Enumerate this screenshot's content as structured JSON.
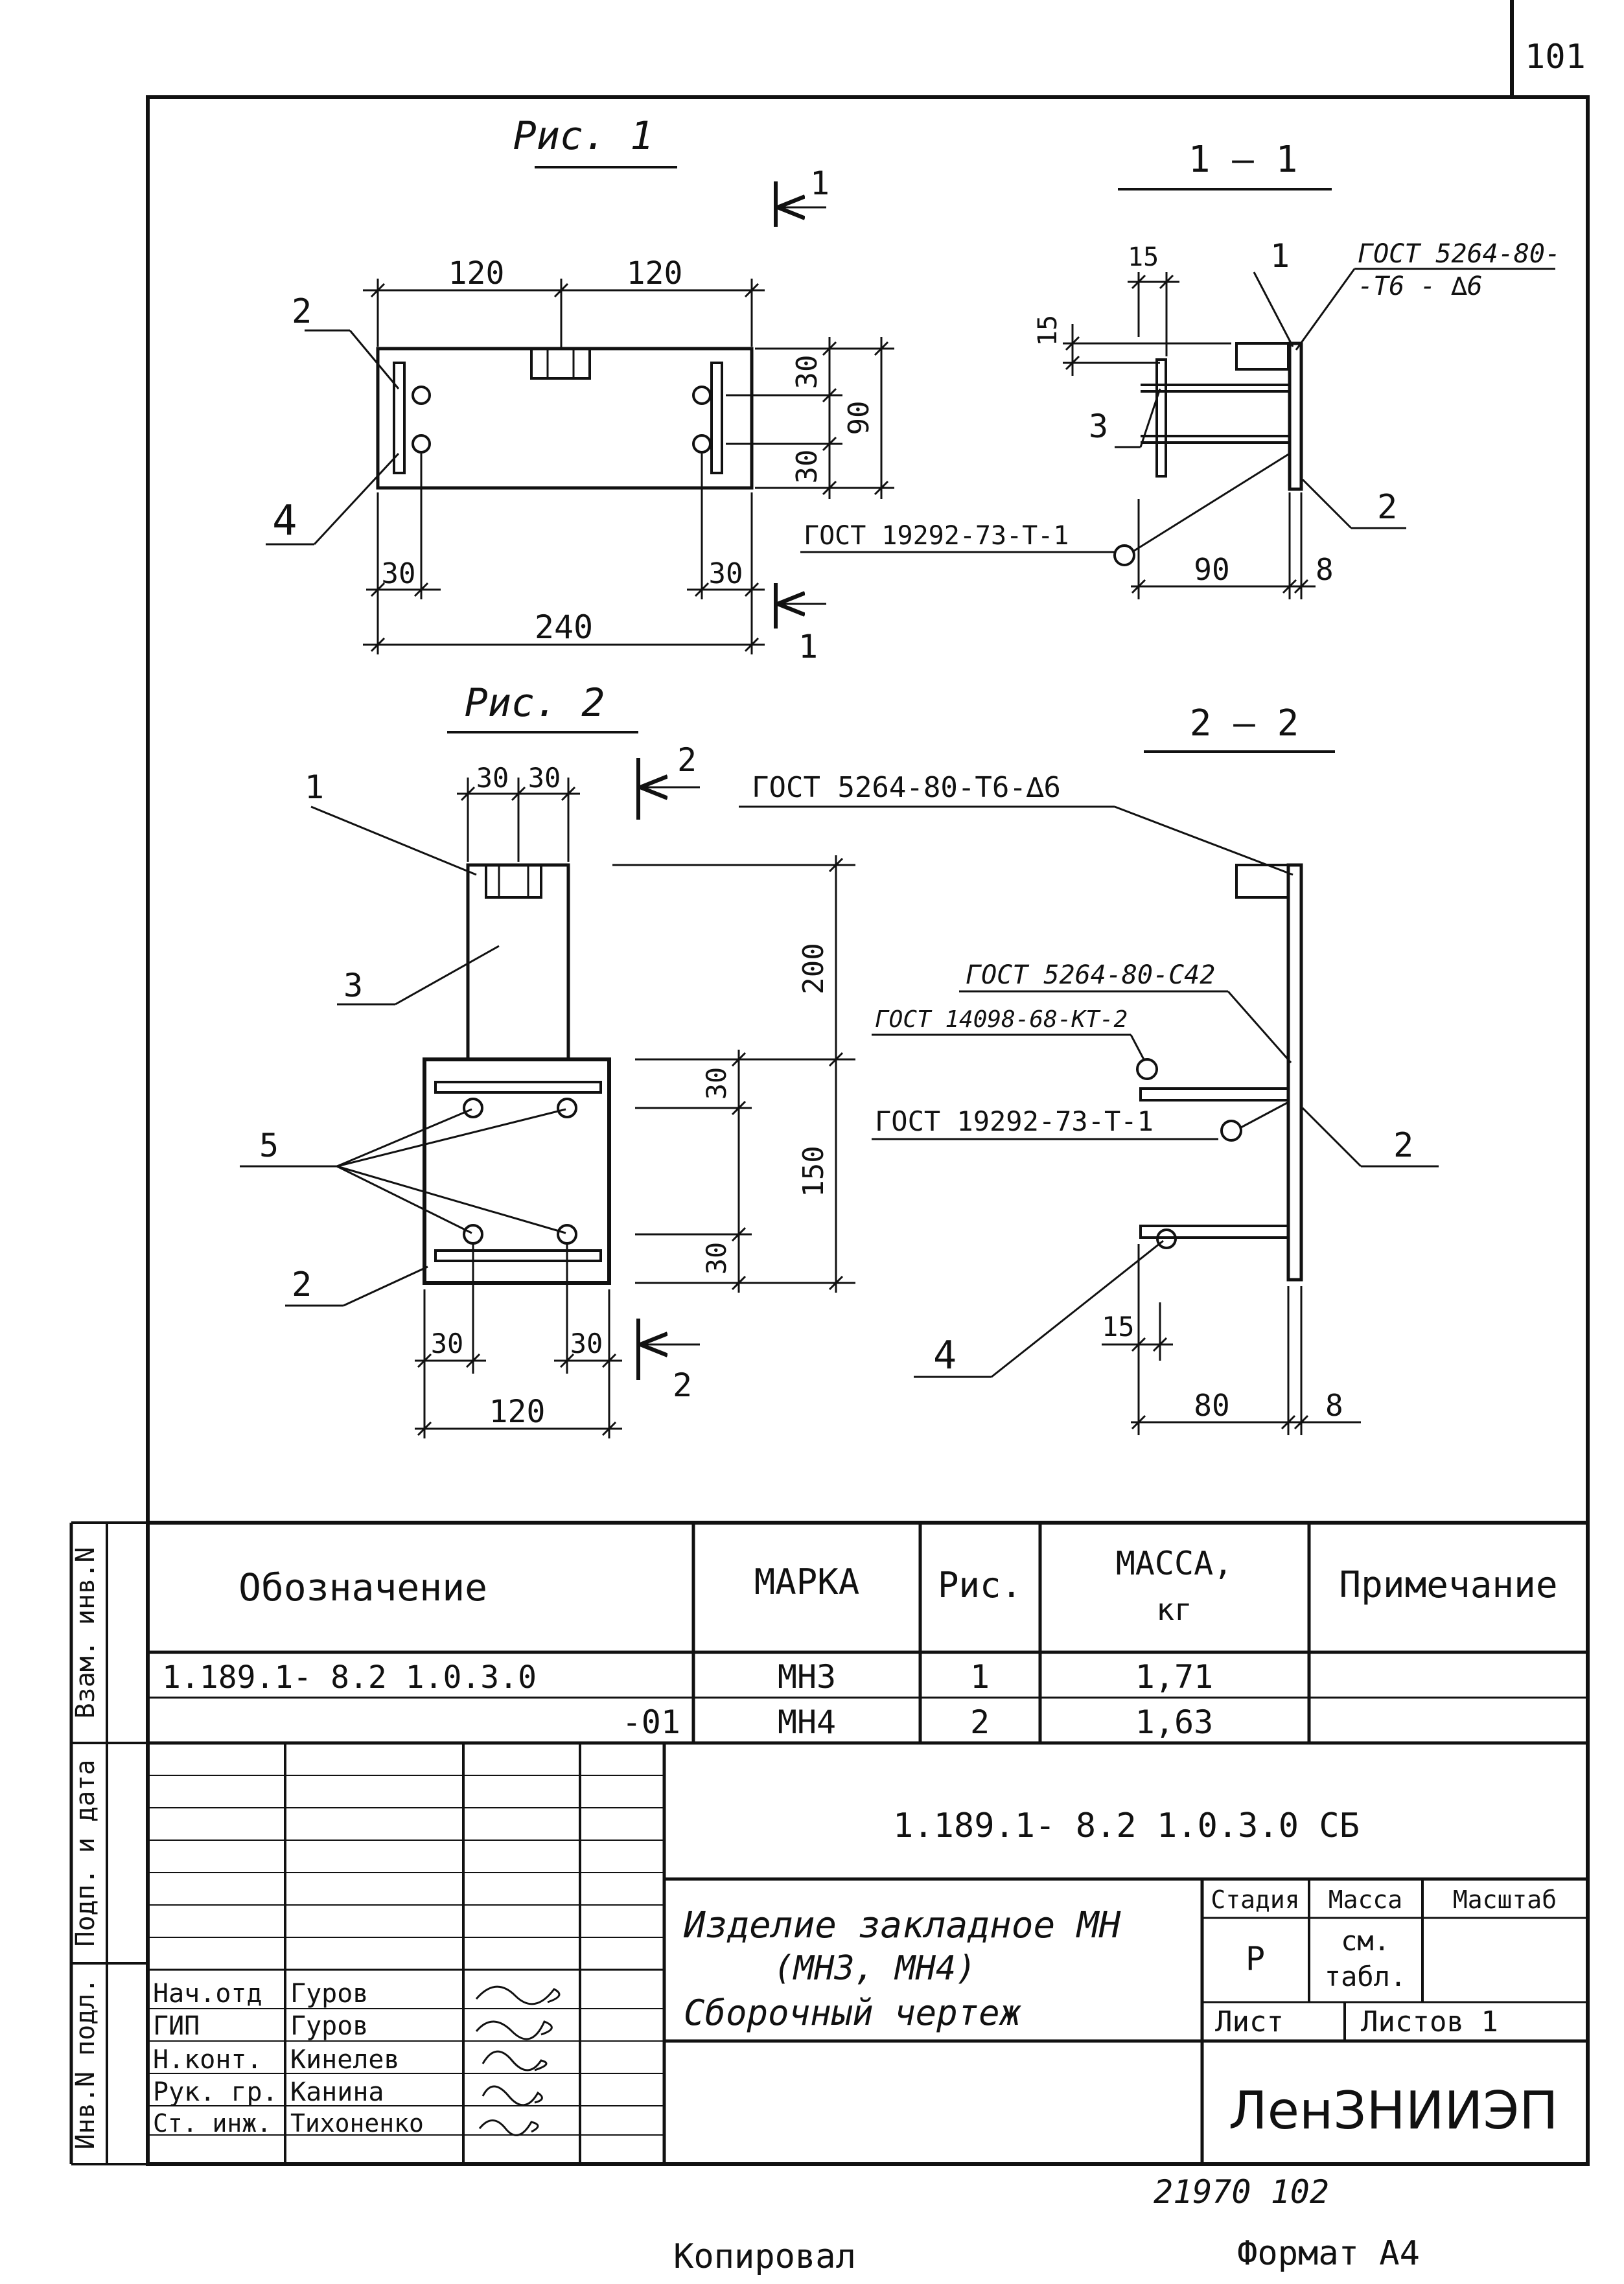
{
  "page_number": "101",
  "footer": {
    "numbers": "21970     102",
    "copied": "Копировал",
    "format": "Формат А4"
  },
  "drawing": {
    "fig1": {
      "title": "Рис. 1",
      "dims": {
        "d120a": "120",
        "d120b": "120",
        "d30v1": "30",
        "d90v": "90",
        "d30v2": "30",
        "d30h1": "30",
        "d30h2": "30",
        "d240": "240"
      },
      "callouts": {
        "c2": "2",
        "c4": "4"
      },
      "section_mark_top": "1",
      "section_mark_bottom": "1"
    },
    "sec1": {
      "title": "1 — 1",
      "dims": {
        "d15a": "15",
        "d15b": "15",
        "d90": "90",
        "d8": "8"
      },
      "callouts": {
        "c1": "1",
        "c3": "3",
        "c2": "2"
      },
      "weld_top_1": "ГОСТ 5264-80-",
      "weld_top_2": "-Т6 - ∆6",
      "weld_bottom": "ГОСТ 19292-73-Т-1"
    },
    "fig2": {
      "title": "Рис. 2",
      "dims": {
        "d30a": "30",
        "d30b": "30",
        "d200": "200",
        "d30v1": "30",
        "d150": "150",
        "d30v2": "30",
        "d30h1": "30",
        "d30h2": "30",
        "d120": "120"
      },
      "callouts": {
        "c1": "1",
        "c3": "3",
        "c5": "5",
        "c2": "2"
      },
      "section_mark_top": "2",
      "section_mark_bottom": "2"
    },
    "sec2": {
      "title": "2 — 2",
      "weld_top": "ГОСТ 5264-80-Т6-∆6",
      "weld_c42": "ГОСТ 5264-80-С42",
      "weld_kt2": "ГОСТ 14098-68-КТ-2",
      "weld_t1": "ГОСТ 19292-73-Т-1",
      "dims": {
        "d15": "15",
        "d80": "80",
        "d8": "8"
      },
      "callouts": {
        "c2": "2",
        "c4": "4"
      }
    }
  },
  "spec_table": {
    "headers": {
      "designation": "Обозначение",
      "mark": "МАРКА",
      "fig": "Рис.",
      "mass_1": "МАССА,",
      "mass_2": "кг",
      "note": "Примечание"
    },
    "rows": [
      {
        "designation": "1.189.1- 8.2    1.0.3.0",
        "mark": "МН3",
        "fig": "1",
        "mass": "1,71",
        "note": ""
      },
      {
        "designation": "-01",
        "mark": "МН4",
        "fig": "2",
        "mass": "1,63",
        "note": ""
      }
    ]
  },
  "side_labels": [
    "Инв.N подл.",
    "Подп. и дата",
    "Взам. инв.N"
  ],
  "title_block": {
    "doc_code": "1.189.1- 8.2     1.0.3.0  СБ",
    "title_1": "Изделие закладное МН",
    "title_2": "(МН3, МН4)",
    "title_3": "Сборочный чертеж",
    "stage_label": "Стадия",
    "mass_label": "Масса",
    "scale_label": "Масштаб",
    "stage_value": "Р",
    "mass_value_1": "см.",
    "mass_value_2": "табл.",
    "sheet_label": "Лист",
    "sheets_label": "Листов 1",
    "organization": "ЛенЗНИИЭП",
    "signatures": [
      {
        "role": "Нач.отд",
        "name": "Гуров"
      },
      {
        "role": "ГИП",
        "name": "Гуров"
      },
      {
        "role": "Н.конт.",
        "name": "Кинелев"
      },
      {
        "role": "Рук. гр.",
        "name": "Канина"
      },
      {
        "role": "Ст. инж.",
        "name": "Тихоненко"
      }
    ]
  }
}
